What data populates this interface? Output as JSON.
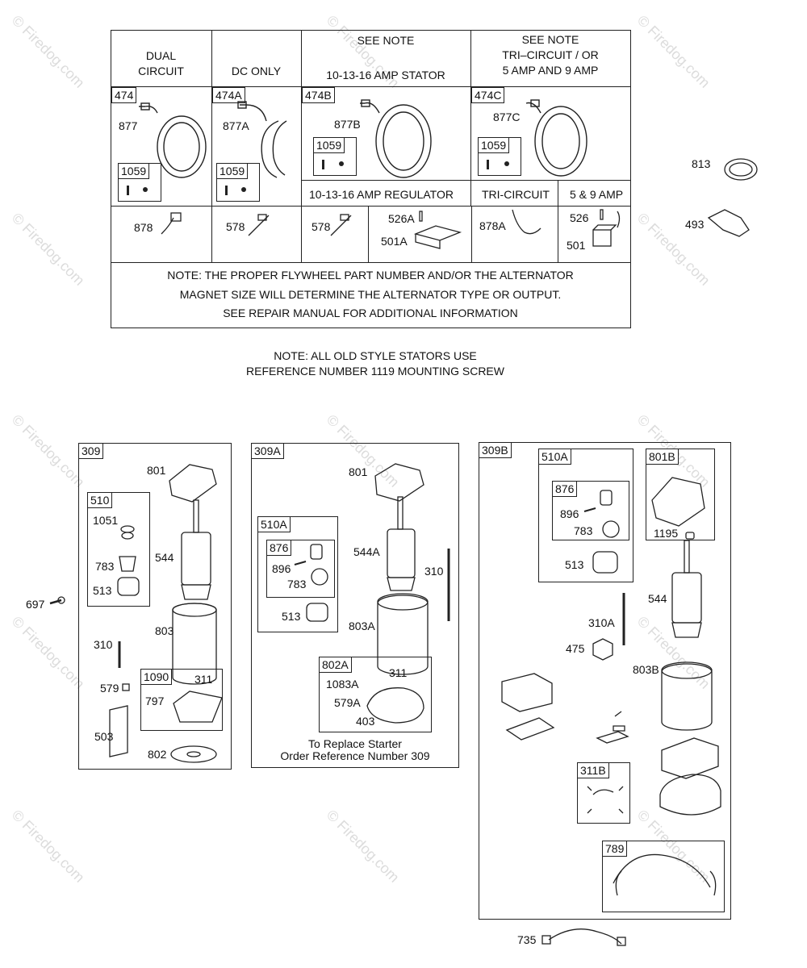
{
  "watermark": "© Firedog.com",
  "alternator_table": {
    "headers": {
      "col1": [
        "DUAL",
        "CIRCUIT"
      ],
      "col2": "DC ONLY",
      "col3": [
        "SEE NOTE",
        "10-13-16 AMP STATOR"
      ],
      "col4": [
        "SEE NOTE",
        "TRI–CIRCUIT / OR",
        "5 AMP AND 9 AMP"
      ]
    },
    "groups": [
      "474",
      "474A",
      "474B",
      "474C"
    ],
    "stators": [
      "877",
      "877A",
      "877B",
      "877C"
    ],
    "screw_kit": "1059",
    "sub_headers": {
      "regulator": "10-13-16 AMP REGULATOR",
      "tri": "TRI-CIRCUIT",
      "five_nine": "5 & 9 AMP"
    },
    "row3": {
      "p878": "878",
      "p578a": "578",
      "p578b": "578",
      "p526a": "526A",
      "p501a": "501A",
      "p878a": "878A",
      "p526": "526",
      "p501": "501"
    },
    "note_lines": [
      "NOTE: THE PROPER FLYWHEEL PART NUMBER AND/OR THE ALTERNATOR",
      "MAGNET SIZE WILL DETERMINE THE ALTERNATOR TYPE OR OUTPUT.",
      "SEE REPAIR MANUAL FOR ADDITIONAL INFORMATION"
    ]
  },
  "side_parts": {
    "p813": "813",
    "p493": "493",
    "p697": "697",
    "p735": "735"
  },
  "old_stator_note": [
    "NOTE: ALL OLD STYLE STATORS USE",
    "REFERENCE NUMBER 1119   MOUNTING SCREW"
  ],
  "starter_309": {
    "tag": "309",
    "sub510": {
      "tag": "510",
      "parts": [
        "1051",
        "783",
        "513"
      ]
    },
    "parts": {
      "p801": "801",
      "p544": "544",
      "p803": "803",
      "p310": "310",
      "p579": "579",
      "p503": "503",
      "p802": "802"
    },
    "sub1090": {
      "tag": "1090",
      "parts": [
        "311",
        "797"
      ]
    }
  },
  "starter_309a": {
    "tag": "309A",
    "sub510a": {
      "tag": "510A",
      "sub876": "876",
      "parts": [
        "896",
        "783",
        "513"
      ]
    },
    "parts": {
      "p801": "801",
      "p544a": "544A",
      "p310": "310",
      "p803a": "803A"
    },
    "sub802a": {
      "tag": "802A",
      "parts": [
        "311",
        "1083A",
        "579A",
        "403"
      ]
    },
    "replace_note": [
      "To Replace Starter",
      "Order Reference Number 309"
    ]
  },
  "starter_309b": {
    "tag": "309B",
    "sub510a": {
      "tag": "510A",
      "sub876": "876",
      "parts": [
        "896",
        "783",
        "513"
      ]
    },
    "sub801b": {
      "tag": "801B",
      "parts": [
        "1195"
      ]
    },
    "parts": {
      "p544": "544",
      "p310a": "310A",
      "p475": "475",
      "p803b": "803B"
    },
    "sub311b": "311B",
    "sub789": "789"
  }
}
